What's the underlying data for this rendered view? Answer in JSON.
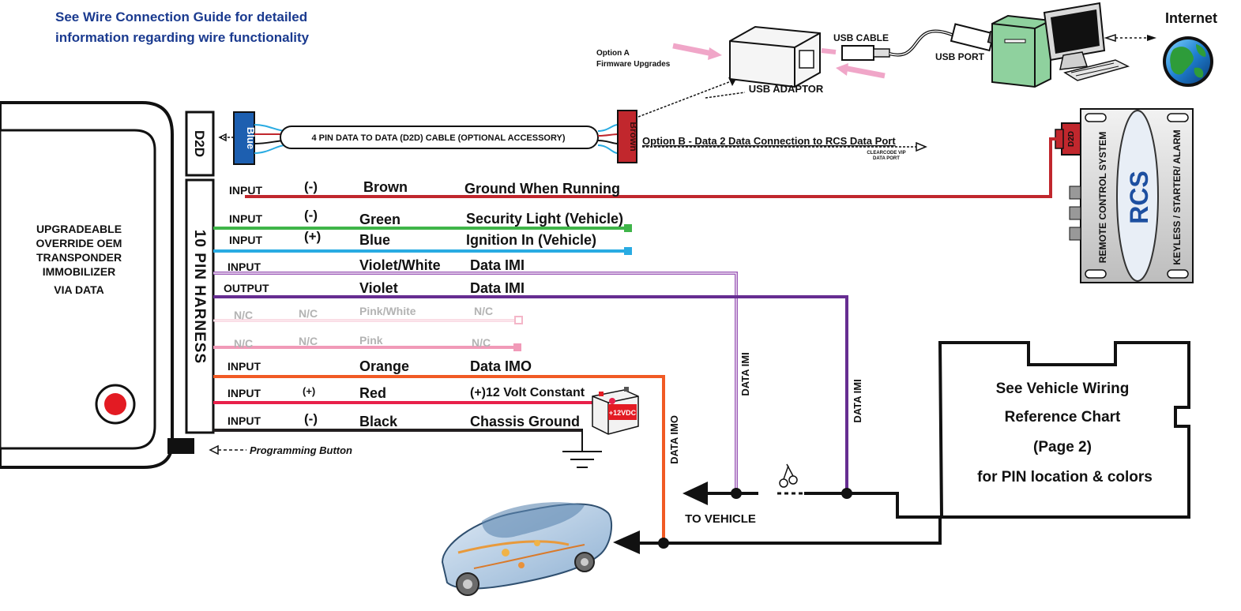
{
  "guide_note": {
    "line1": "See Wire Connection Guide for detailed",
    "line2": "information regarding wire functionality"
  },
  "module": {
    "lines": [
      "UPGRADEABLE",
      "OVERRIDE OEM",
      "TRANSPONDER",
      "IMMOBILIZER",
      "VIA DATA"
    ],
    "d2d_port": "D2D",
    "harness_label": "10 PIN HARNESS"
  },
  "d2d_cable": {
    "left_plug": "Blue",
    "right_plug": "Brown",
    "label": "4 PIN DATA TO DATA (D2D) CABLE (OPTIONAL ACCESSORY)"
  },
  "options": {
    "option_a_line1": "Option A",
    "option_a_line2": "Firmware Upgrades",
    "option_b": "Option B - Data 2 Data Connection to RCS Data Port",
    "clearcode_line1": "CLEARCODE VIP",
    "clearcode_line2": "DATA PORT"
  },
  "usb": {
    "cable": "USB CABLE",
    "port": "USB PORT",
    "adaptor": "USB ADAPTOR",
    "internet": "Internet"
  },
  "rcs": {
    "port": "D2D",
    "brand": "REMOTE CONTROL SYSTEM",
    "logo": "RCS",
    "features": "KEYLESS / STARTER/ ALARM"
  },
  "wires": [
    {
      "io": "INPUT",
      "pol": "(-)",
      "color_name": "Brown",
      "function": "Ground When Running",
      "color": "#c0272d"
    },
    {
      "io": "INPUT",
      "pol": "(-)",
      "color_name": "Green",
      "function": "Security Light (Vehicle)",
      "color": "#3fb549"
    },
    {
      "io": "INPUT",
      "pol": "(+)",
      "color_name": "Blue",
      "function": "Ignition In (Vehicle)",
      "color": "#29abe2"
    },
    {
      "io": "INPUT",
      "pol": "",
      "color_name": "Violet/White",
      "function": "Data IMI",
      "color": "#9b59b6"
    },
    {
      "io": "OUTPUT",
      "pol": "",
      "color_name": "Violet",
      "function": "Data IMI",
      "color": "#662d91"
    },
    {
      "io": "N/C",
      "pol": "N/C",
      "color_name": "Pink/White",
      "function": "N/C",
      "color": "#f4b6c8"
    },
    {
      "io": "N/C",
      "pol": "N/C",
      "color_name": "Pink",
      "function": "N/C",
      "color": "#f19ab8"
    },
    {
      "io": "INPUT",
      "pol": "",
      "color_name": "Orange",
      "function": "Data IMO",
      "color": "#f15a24"
    },
    {
      "io": "INPUT",
      "pol": "(+)",
      "color_name": "Red",
      "function": "(+)12 Volt Constant",
      "color": "#e8204a"
    },
    {
      "io": "INPUT",
      "pol": "(-)",
      "color_name": "Black",
      "function": "Chassis Ground",
      "color": "#231f20"
    }
  ],
  "battery": "+12VDC",
  "programming_button": "Programming Button",
  "vertical_labels": {
    "data_imi_1": "DATA IMI",
    "data_imi_2": "DATA IMI",
    "data_imo": "DATA IMO"
  },
  "to_vehicle": "TO VEHICLE",
  "reference_box": {
    "line1": "See Vehicle Wiring",
    "line2": "Reference Chart",
    "line3": "(Page 2)",
    "line4": "for PIN location & colors"
  }
}
